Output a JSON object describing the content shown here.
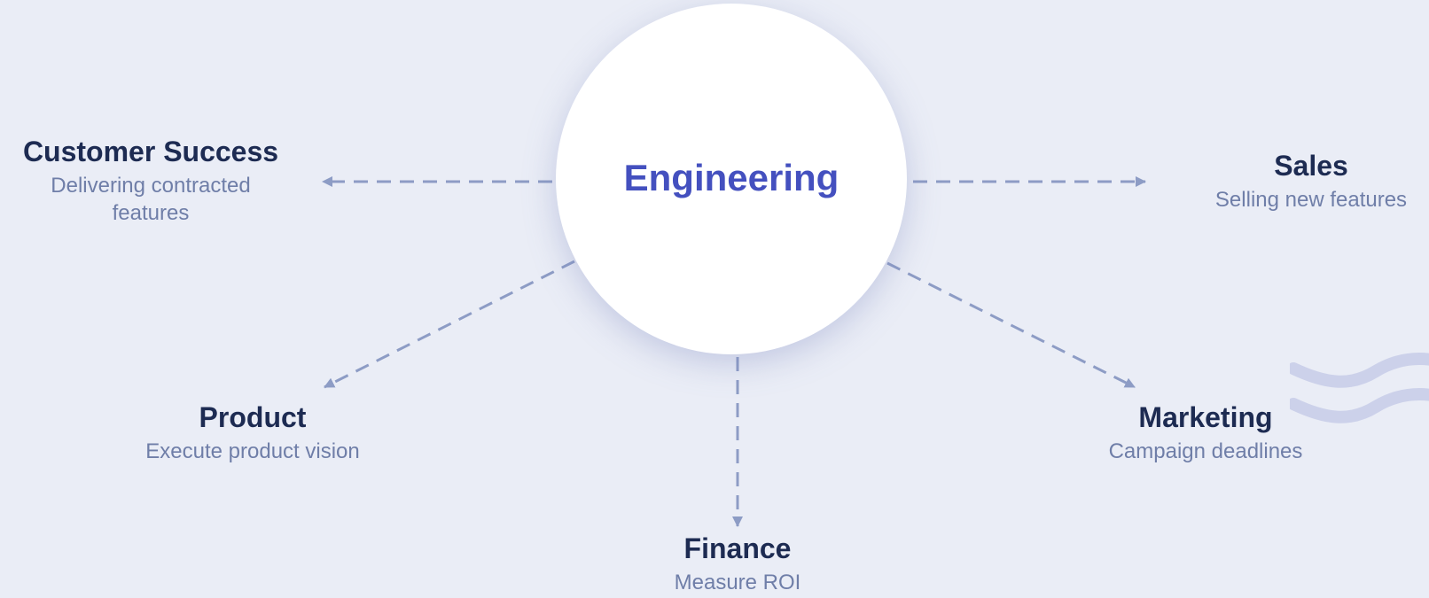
{
  "hub": {
    "title": "Engineering"
  },
  "nodes": {
    "customer_success": {
      "title": "Customer Success",
      "subtitle": "Delivering contracted features"
    },
    "sales": {
      "title": "Sales",
      "subtitle": "Selling new features"
    },
    "product": {
      "title": "Product",
      "subtitle": "Execute product vision"
    },
    "marketing": {
      "title": "Marketing",
      "subtitle": "Campaign deadlines"
    },
    "finance": {
      "title": "Finance",
      "subtitle": "Measure ROI"
    }
  },
  "colors": {
    "background": "#eaedf6",
    "hub_fill": "#ffffff",
    "hub_text": "#4450bf",
    "node_title": "#1d2b52",
    "node_subtitle": "#6f7ea8",
    "connector": "#8d9cc5",
    "decor_waves": "#ccd1ea"
  }
}
